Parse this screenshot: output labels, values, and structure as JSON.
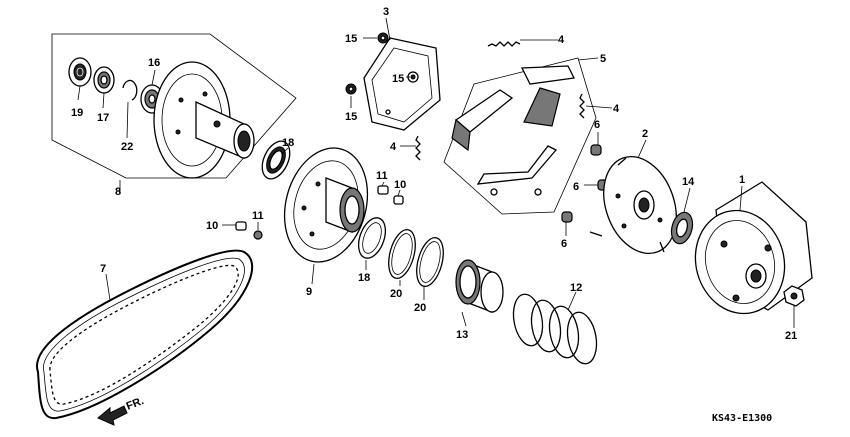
{
  "diagram": {
    "parts": [
      {
        "id": "p1",
        "num": "1",
        "name": "clutch-outer"
      },
      {
        "id": "p2",
        "num": "2",
        "name": "drive-plate"
      },
      {
        "id": "p3",
        "num": "3",
        "name": "lining-plate"
      },
      {
        "id": "p4a",
        "num": "4",
        "name": "clutch-spring-a"
      },
      {
        "id": "p4b",
        "num": "4",
        "name": "clutch-spring-b"
      },
      {
        "id": "p4c",
        "num": "4",
        "name": "clutch-spring-c"
      },
      {
        "id": "p5",
        "num": "5",
        "name": "clutch-weight-set"
      },
      {
        "id": "p6a",
        "num": "6",
        "name": "damper-rubber-a"
      },
      {
        "id": "p6b",
        "num": "6",
        "name": "damper-rubber-b"
      },
      {
        "id": "p6c",
        "num": "6",
        "name": "damper-rubber-c"
      },
      {
        "id": "p7",
        "num": "7",
        "name": "drive-belt"
      },
      {
        "id": "p8",
        "num": "8",
        "name": "driven-face-assembly"
      },
      {
        "id": "p9",
        "num": "9",
        "name": "movable-driven-face"
      },
      {
        "id": "p10a",
        "num": "10",
        "name": "guide-pin-a"
      },
      {
        "id": "p10b",
        "num": "10",
        "name": "guide-pin-b"
      },
      {
        "id": "p11a",
        "num": "11",
        "name": "guide-roller-a"
      },
      {
        "id": "p11b",
        "num": "11",
        "name": "guide-roller-b"
      },
      {
        "id": "p12",
        "num": "12",
        "name": "driven-face-spring"
      },
      {
        "id": "p13",
        "num": "13",
        "name": "seal-collar"
      },
      {
        "id": "p14",
        "num": "14",
        "name": "washer"
      },
      {
        "id": "p15a",
        "num": "15",
        "name": "circlip-a"
      },
      {
        "id": "p15b",
        "num": "15",
        "name": "circlip-b"
      },
      {
        "id": "p15c",
        "num": "15",
        "name": "circlip-c"
      },
      {
        "id": "p16",
        "num": "16",
        "name": "bearing-16"
      },
      {
        "id": "p17",
        "num": "17",
        "name": "needle-bearing"
      },
      {
        "id": "p18a",
        "num": "18",
        "name": "oil-seal-a"
      },
      {
        "id": "p18b",
        "num": "18",
        "name": "oil-seal-b"
      },
      {
        "id": "p19",
        "num": "19",
        "name": "oil-seal-19"
      },
      {
        "id": "p20a",
        "num": "20",
        "name": "o-ring-a"
      },
      {
        "id": "p20b",
        "num": "20",
        "name": "o-ring-b"
      },
      {
        "id": "p21",
        "num": "21",
        "name": "lock-nut"
      },
      {
        "id": "p22",
        "num": "22",
        "name": "snap-ring"
      }
    ],
    "front_marker": "FR.",
    "drawing_code": "KS43-E1300"
  }
}
